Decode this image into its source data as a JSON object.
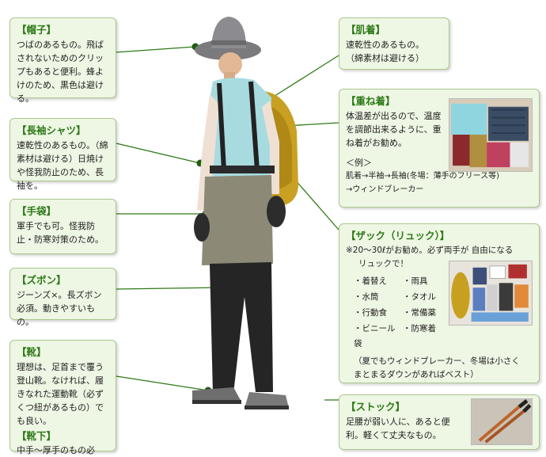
{
  "boxes": {
    "hat": {
      "title": "【帽子】",
      "text": "つばのあるもの。飛ばされないためのクリップもあると便利。蜂よけのため、黒色は避ける。"
    },
    "long_shirt": {
      "title": "【長袖シャツ】",
      "text": "速乾性のあるもの。（綿素材は避ける）日焼けや怪我防止のため、長袖を。"
    },
    "gloves": {
      "title": "【手袋】",
      "text": "軍手でも可。怪我防止・防寒対策のため。"
    },
    "pants": {
      "title": "【ズボン】",
      "text": "ジーンズ×。長ズボン必須。動きやすいもの。"
    },
    "shoes": {
      "title": "【靴】",
      "text": "理想は、足首まで覆う登山靴。なければ、履きなれた運動靴（必ずくつ紐があるもの）でも良い。",
      "title2": "【靴下】",
      "text2": "中手〜厚手のもの必須。"
    },
    "underwear": {
      "title": "【肌着】",
      "text": "速乾性のあるもの。\n（綿素材は避ける）"
    },
    "layering": {
      "title": "【重ね着】",
      "text": "体温差が出るので、温度を調節出来るように、重ね着がお勧め。",
      "example_label": "＜例＞",
      "example_line1": "肌着→半袖→長袖(冬場：薄手のフリース等)",
      "example_line2": "→ウィンドブレーカー"
    },
    "backpack": {
      "title": "【ザック（リュック）】",
      "line1": "※20〜30ℓがお勧め。必ず両手が 自由になる",
      "line2": "リュックで！",
      "items": [
        "・着替え",
        "・雨具",
        "・水筒",
        "・タオル",
        "・行動食",
        "・常備薬",
        "・ビニール袋",
        "・防寒着"
      ],
      "note": "（夏でもウィンドブレーカー、冬場は小さく\nまとまるダウンがあればベスト）"
    },
    "stock": {
      "title": "【ストック】",
      "text": "足腰が弱い人に、あると便利。軽くて丈夫なもの。"
    }
  },
  "colors": {
    "box_bg": "#eef6e4",
    "box_border": "#a9c98c",
    "title_green": "#2d7a17",
    "connector": "#2d7a17",
    "dot": "#1f5e10"
  }
}
